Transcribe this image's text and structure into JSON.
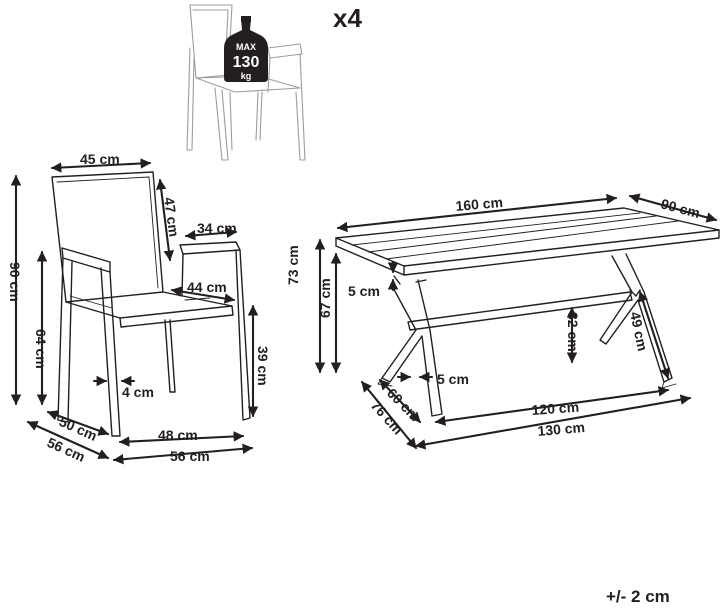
{
  "quantity": "x4",
  "badge": {
    "max": "MAX",
    "load": "130",
    "unit": "kg"
  },
  "chair": {
    "width_top": "45 cm",
    "back_height": "47 cm",
    "armrest_length": "34 cm",
    "seat_depth": "44 cm",
    "total_height": "90 cm",
    "arm_height": "64 cm",
    "seat_height": "39 cm",
    "leg_width": "4 cm",
    "depth_inner": "50 cm",
    "depth_outer": "56 cm",
    "front_inner": "48 cm",
    "front_outer": "56 cm"
  },
  "table": {
    "length": "160 cm",
    "width": "90 cm",
    "total_height": "73 cm",
    "clearance": "67 cm",
    "apron": "5 cm",
    "leg_width": "5 cm",
    "crossbar_height": "32 cm",
    "leg_span_height": "49 cm",
    "inner_length": "120 cm",
    "outer_length": "130 cm",
    "inner_width": "60 cm",
    "outer_width": "76 cm"
  },
  "tolerance": "+/- 2 cm"
}
